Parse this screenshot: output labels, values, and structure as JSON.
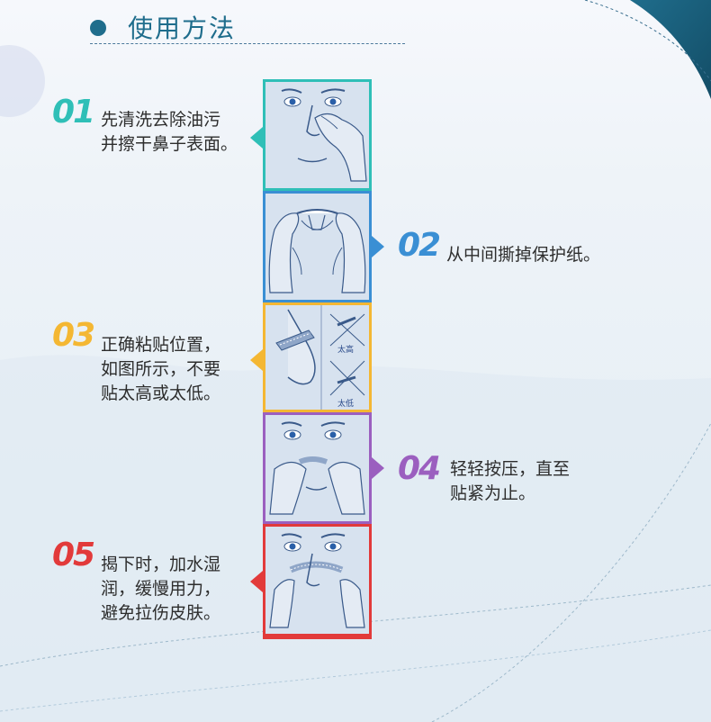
{
  "header": {
    "title": "使用方法"
  },
  "colors": {
    "header": "#1f6d8c",
    "step1": "#2fbfb7",
    "step2": "#3a8fd4",
    "step3": "#f4b733",
    "step4": "#9b5fbf",
    "step5": "#e23a3a"
  },
  "steps": [
    {
      "number": "01",
      "text": "先清洗去除油污\n并擦干鼻子表面。",
      "icon": "face-wiping-nose-illustration"
    },
    {
      "number": "02",
      "text": "从中间撕掉保护纸。",
      "icon": "hands-peeling-strip-illustration"
    },
    {
      "number": "03",
      "text": "正确粘贴位置，\n如图所示，不要\n贴太高或太低。",
      "icon": "nose-placement-illustration",
      "labels": {
        "too_high": "太高",
        "too_low": "太低"
      }
    },
    {
      "number": "04",
      "text": "轻轻按压，直至\n贴紧为止。",
      "icon": "fingers-pressing-strip-illustration"
    },
    {
      "number": "05",
      "text": "揭下时，加水湿\n润，缓慢用力，\n避免拉伤皮肤。",
      "icon": "removing-strip-illustration"
    }
  ]
}
